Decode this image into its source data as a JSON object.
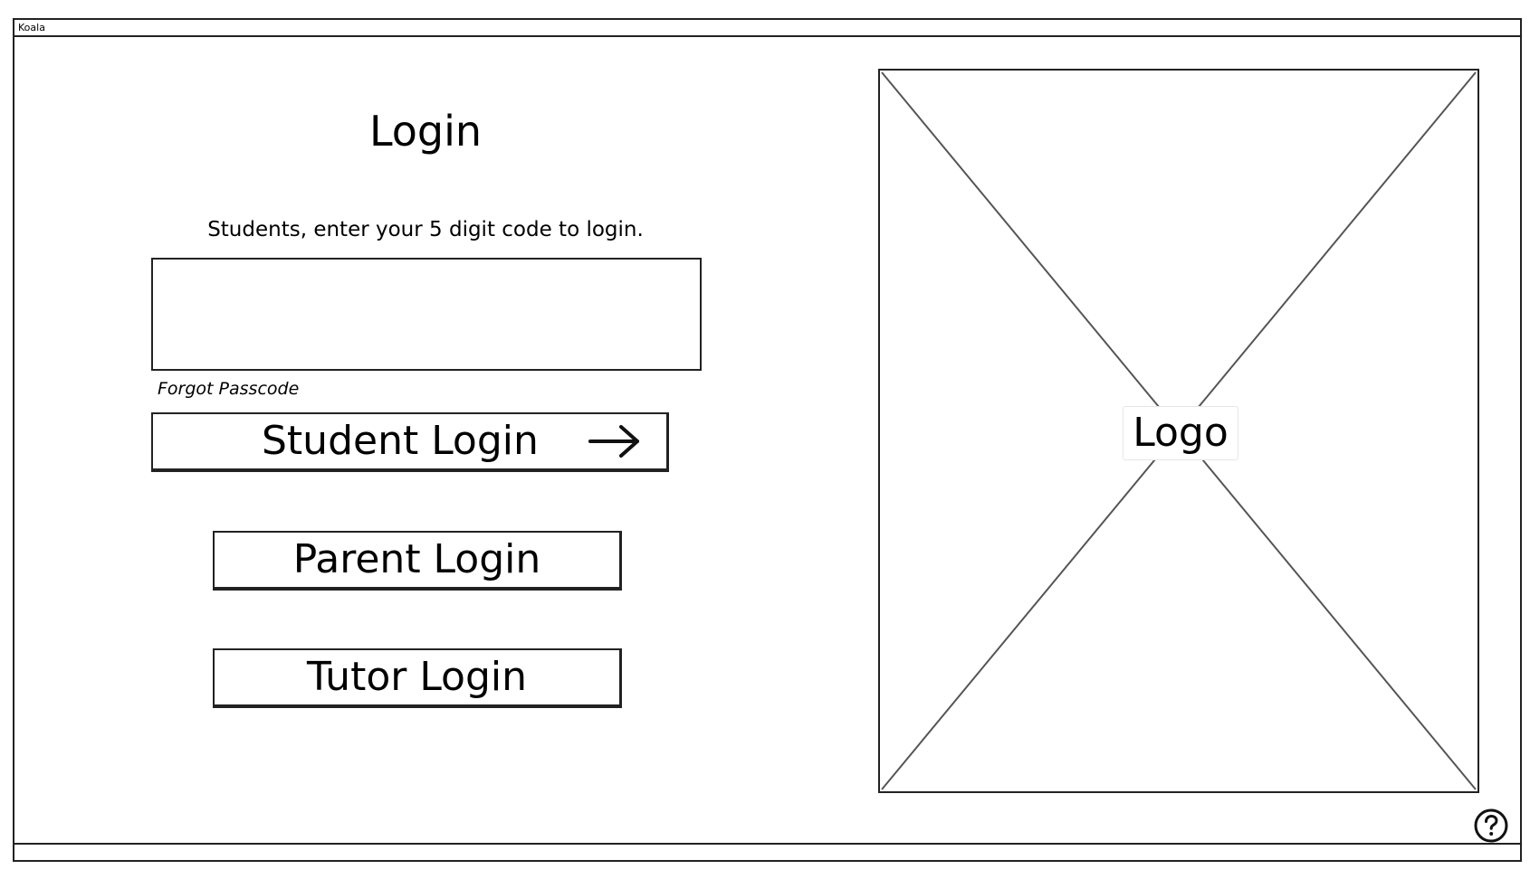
{
  "window": {
    "title": "Koala"
  },
  "login": {
    "heading": "Login",
    "instruction": "Students, enter your 5 digit code to login.",
    "code_value": "",
    "code_placeholder": "",
    "forgot_label": "Forgot Passcode",
    "student_button_label": "Student Login",
    "student_button_icon": "arrow-right-icon",
    "parent_button_label": "Parent Login",
    "tutor_button_label": "Tutor Login"
  },
  "logo": {
    "label": "Logo"
  },
  "help": {
    "icon": "question-circle-icon"
  }
}
